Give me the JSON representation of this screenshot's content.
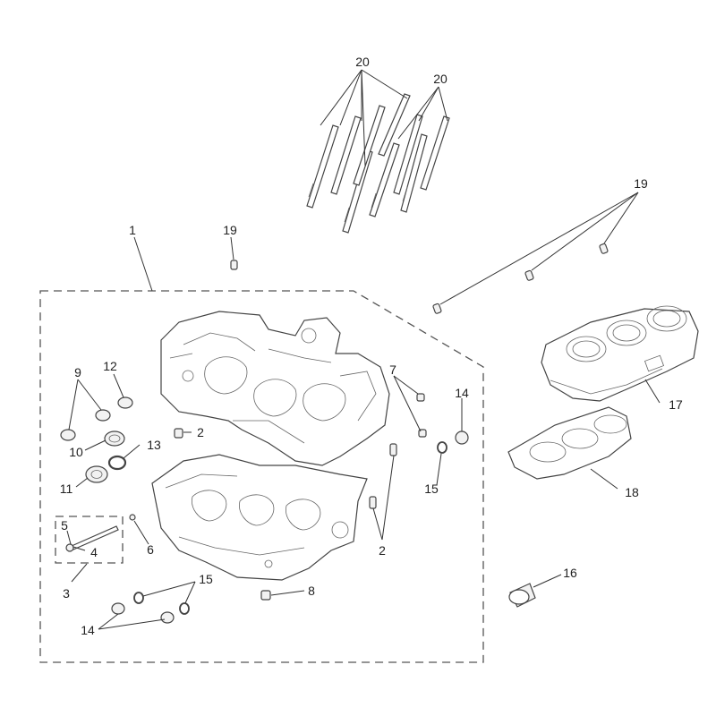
{
  "callouts": {
    "c1": "1",
    "c2a": "2",
    "c2b": "2",
    "c3": "3",
    "c4": "4",
    "c5": "5",
    "c6": "6",
    "c7": "7",
    "c8": "8",
    "c9": "9",
    "c10": "10",
    "c11": "11",
    "c12": "12",
    "c13": "13",
    "c14a": "14",
    "c14b": "14",
    "c15a": "15",
    "c15b": "15",
    "c16": "16",
    "c17": "17",
    "c18": "18",
    "c19a": "19",
    "c19b": "19",
    "c20a": "20",
    "c20b": "20"
  }
}
